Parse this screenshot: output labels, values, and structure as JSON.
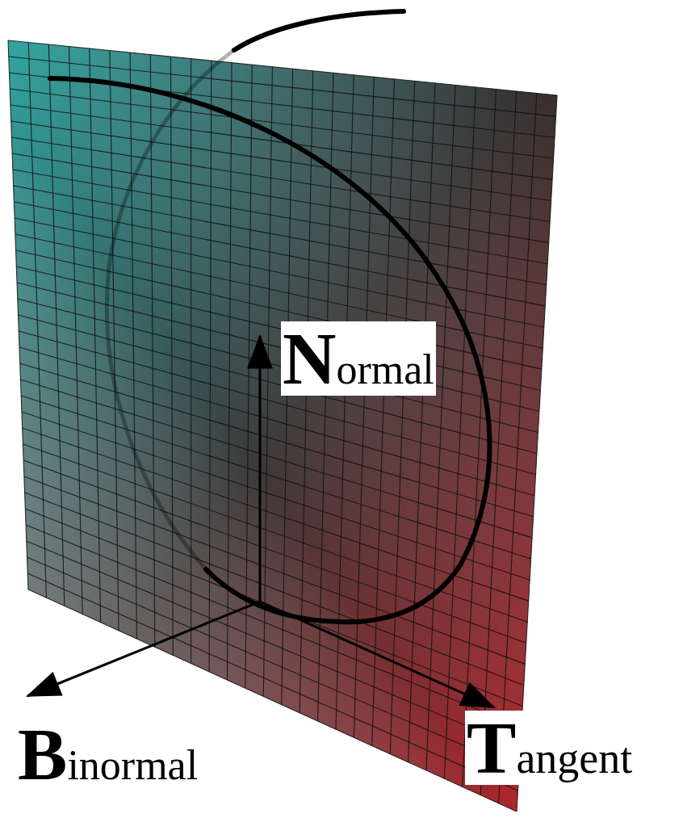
{
  "diagram": {
    "labels": [
      "Normal",
      "Binormal",
      "Tangent"
    ]
  }
}
